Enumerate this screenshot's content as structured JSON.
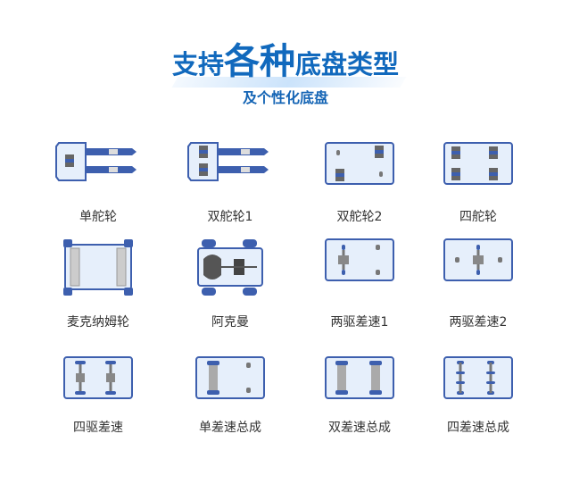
{
  "header": {
    "title_a": "支持",
    "title_b": "各种",
    "title_c": "底盘类型",
    "subtitle": "及个性化底盘"
  },
  "chassis": [
    {
      "label": "单舵轮",
      "icon": "forklift-single"
    },
    {
      "label": "双舵轮1",
      "icon": "forklift-double"
    },
    {
      "label": "双舵轮2",
      "icon": "double-steer"
    },
    {
      "label": "四舵轮",
      "icon": "four-steer"
    },
    {
      "label": "麦克纳姆轮",
      "icon": "mecanum"
    },
    {
      "label": "阿克曼",
      "icon": "ackermann"
    },
    {
      "label": "两驱差速1",
      "icon": "diff2a"
    },
    {
      "label": "两驱差速2",
      "icon": "diff2b"
    },
    {
      "label": "四驱差速",
      "icon": "diff4"
    },
    {
      "label": "单差速总成",
      "icon": "single-diff"
    },
    {
      "label": "双差速总成",
      "icon": "double-diff"
    },
    {
      "label": "四差速总成",
      "icon": "quad-diff"
    }
  ],
  "colors": {
    "accent": "#1169bd",
    "frame": "#4a68b0",
    "fill": "#e8f0fb"
  }
}
